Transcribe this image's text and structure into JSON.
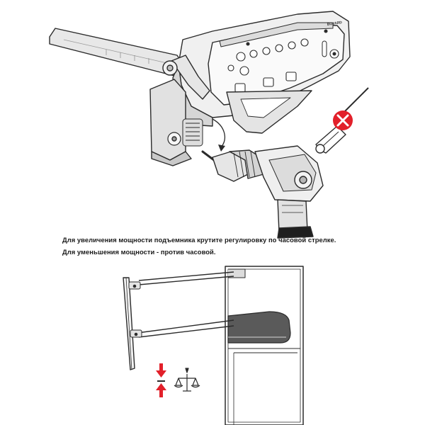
{
  "instructions": {
    "line_1": "Для увеличения мощности подъемника крутите регулировку по часовой стрелке.",
    "line_2": "Для уменьшения мощности - против часовой."
  },
  "mechanism": {
    "label": "BOYARD"
  },
  "colors": {
    "prohibit_red": "#e2202a",
    "arrow_red": "#e2202a",
    "line_dark": "#2b2b2b",
    "part_gray": "#e9e9e9",
    "shadow_gray": "#bdbdbd"
  },
  "icons": {
    "prohibit": "cross-in-circle-icon",
    "screwdriver": "screwdriver-icon",
    "drill": "drill-icon",
    "arrows": "up-down-arrows-icon",
    "balance": "balance-scale-icon"
  }
}
